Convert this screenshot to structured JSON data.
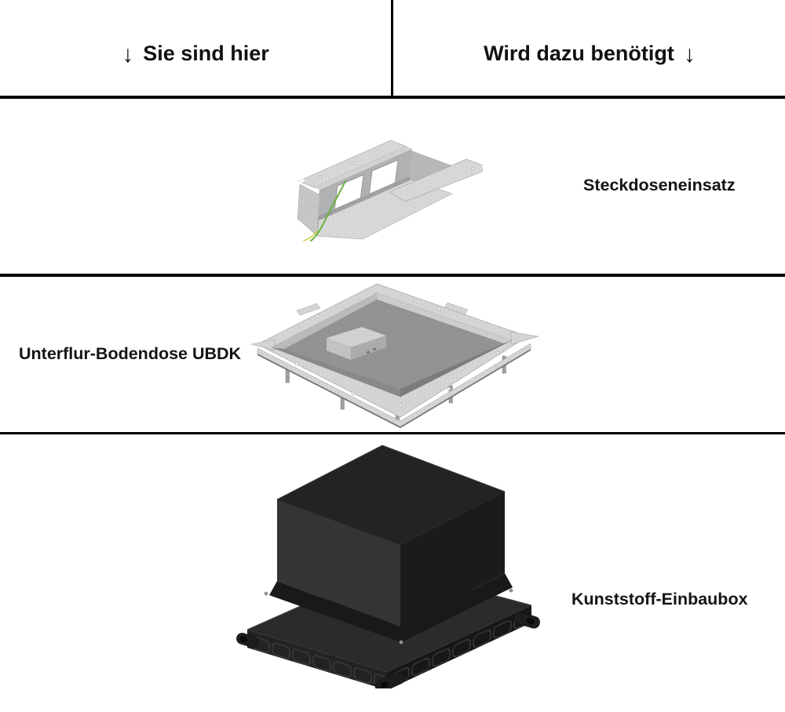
{
  "header": {
    "left": {
      "arrow": "↓",
      "label": "Sie sind hier"
    },
    "right": {
      "label": "Wird dazu benötigt",
      "arrow": "↓"
    }
  },
  "sections": [
    {
      "id": "steckdoseneinsatz",
      "label": "Steckdoseneinsatz",
      "label_side": "right",
      "image": "galvanized-steel-socket-insert-with-two-cutouts-and-green-earth-wire"
    },
    {
      "id": "unterflur-bodendose-ubdk",
      "label": "Unterflur-Bodendose UBDK",
      "label_side": "left",
      "image": "grey-underfloor-box-lid-with-galvanized-flange-and-legs"
    },
    {
      "id": "kunststoff-einbaubox",
      "label": "Kunststoff-Einbaubox",
      "label_side": "right",
      "image": "black-plastic-installation-box-with-knockouts-and-mounting-feet"
    }
  ],
  "colors": {
    "background": "#ffffff",
    "divider_line": "#000000",
    "text": "#141414",
    "metal_light": "#d9dad8",
    "metal_mid": "#c8c9c7",
    "tray_grey": "#919294",
    "box_black_top": "#232326",
    "box_black_left": "#343437",
    "box_black_right": "#1b1b1e",
    "earth_wire_green": "#6cb23e",
    "earth_wire_yellow": "#ccd24a"
  }
}
